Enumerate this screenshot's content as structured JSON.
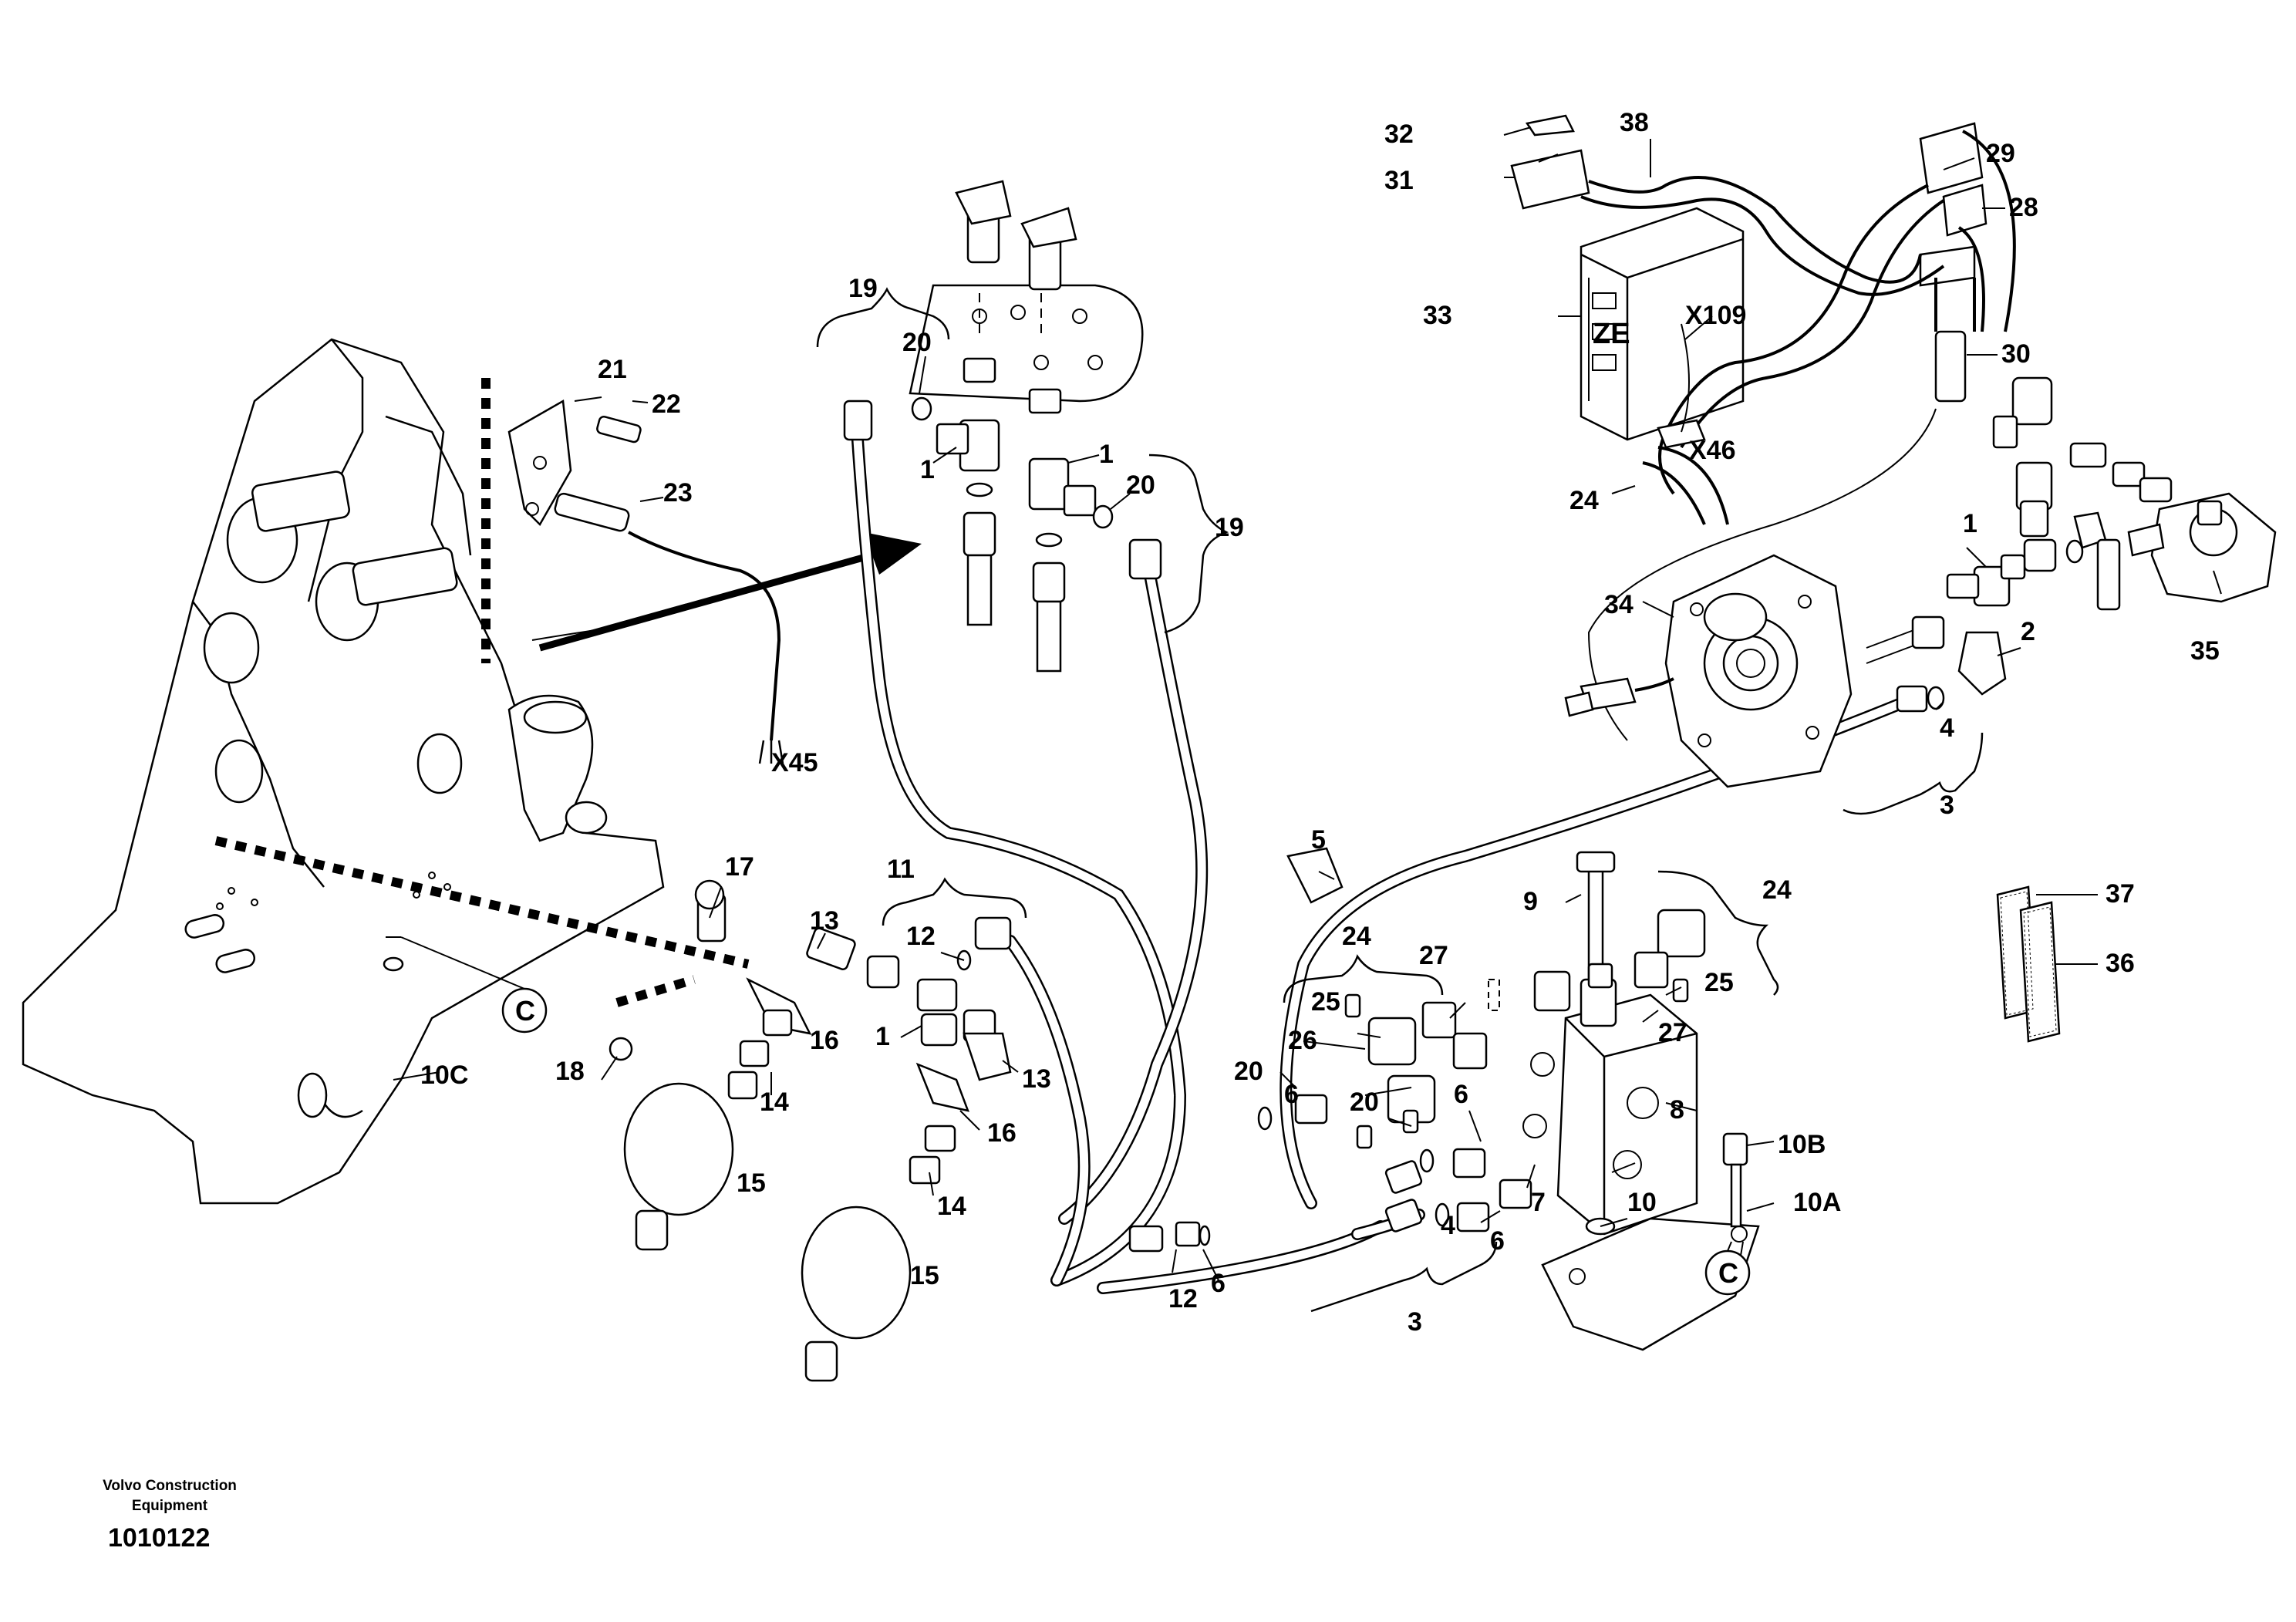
{
  "document": {
    "brand_line1": "Volvo Construction",
    "brand_line2": "Equipment",
    "drawing_number": "1010122"
  },
  "callouts": {
    "c1a": "1",
    "c1b": "1",
    "c1c": "1",
    "c1d": "1",
    "c2": "2",
    "c3a": "3",
    "c3b": "3",
    "c4a": "4",
    "c4b": "4",
    "c5": "5",
    "c6a": "6",
    "c6b": "6",
    "c6c": "6",
    "c6d": "6",
    "c7": "7",
    "c8": "8",
    "c9": "9",
    "c10": "10",
    "c10a": "10A",
    "c10b": "10B",
    "c10c": "10C",
    "c11": "11",
    "c12a": "12",
    "c12b": "12",
    "c13a": "13",
    "c13b": "13",
    "c14a": "14",
    "c14b": "14",
    "c15a": "15",
    "c15b": "15",
    "c16a": "16",
    "c16b": "16",
    "c17": "17",
    "c18": "18",
    "c19a": "19",
    "c19b": "19",
    "c20a": "20",
    "c20b": "20",
    "c20c": "20",
    "c20d": "20",
    "c21": "21",
    "c22": "22",
    "c23": "23",
    "c24a": "24",
    "c24b": "24",
    "c24c": "24",
    "c25a": "25",
    "c25b": "25",
    "c26": "26",
    "c27a": "27",
    "c27b": "27",
    "c28": "28",
    "c29": "29",
    "c30": "30",
    "c31": "31",
    "c32": "32",
    "c33": "33",
    "c34": "34",
    "c35": "35",
    "c36": "36",
    "c37": "37",
    "c38": "38"
  },
  "connectors": {
    "x45": "X45",
    "x46": "X46",
    "x109": "X109"
  },
  "references": {
    "c_left": "C",
    "c_right": "C"
  },
  "ecu": {
    "label": "ZE"
  }
}
